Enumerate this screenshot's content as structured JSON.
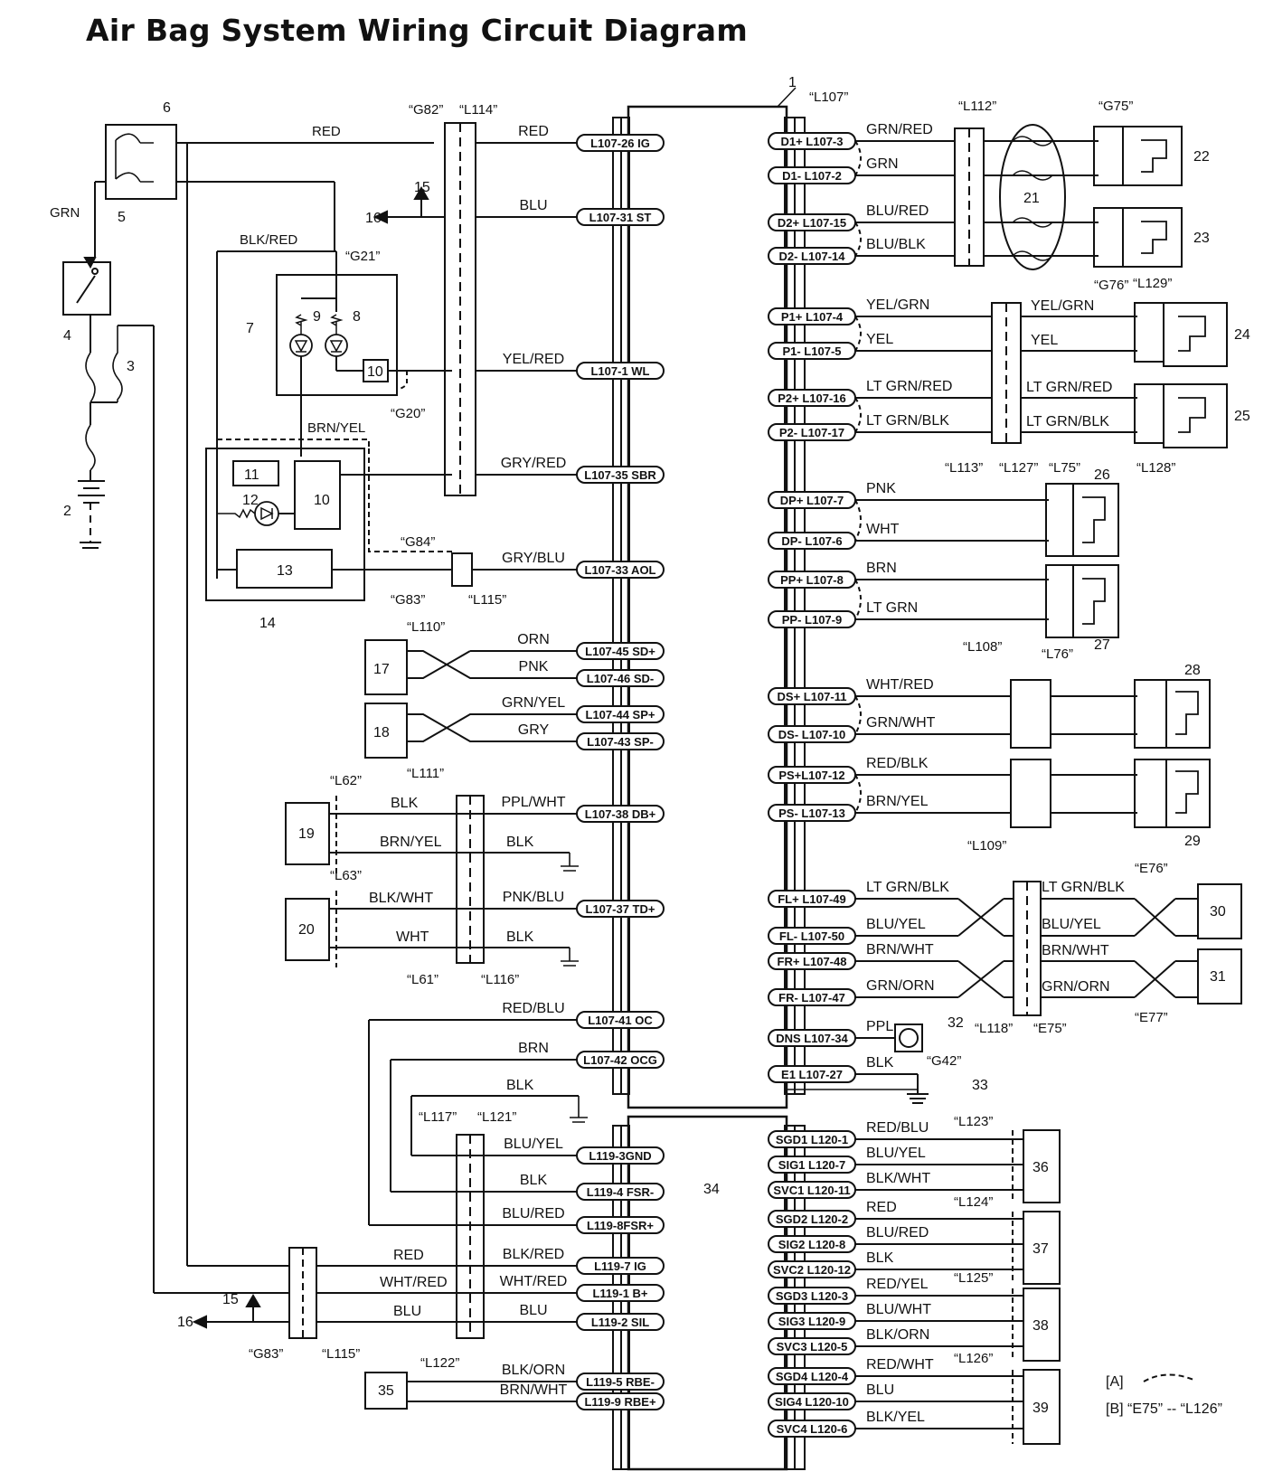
{
  "title": "Air Bag System Wiring Circuit Diagram",
  "legend": {
    "a": "[A]",
    "b": "[B] “E75” -- “L126”"
  },
  "left_labels": [
    {
      "id": "lbl-grn",
      "text": "GRN"
    },
    {
      "id": "lbl-red-top",
      "text": "RED"
    },
    {
      "id": "lbl-blkred",
      "text": "BLK/RED"
    },
    {
      "id": "lbl-brnyel",
      "text": "BRN/YEL"
    },
    {
      "id": "lbl-g21",
      "text": "“G21”"
    },
    {
      "id": "lbl-g20",
      "text": "“G20”"
    },
    {
      "id": "lbl-g84",
      "text": "“G84”"
    },
    {
      "id": "lbl-g83a",
      "text": "“G83”"
    },
    {
      "id": "lbl-l115a",
      "text": "“L115”"
    },
    {
      "id": "lbl-g82",
      "text": "“G82”"
    },
    {
      "id": "lbl-l114",
      "text": "“L114”"
    },
    {
      "id": "lbl-l110",
      "text": "“L110”"
    },
    {
      "id": "lbl-l111",
      "text": "“L111”"
    },
    {
      "id": "lbl-l62",
      "text": "“L62”"
    },
    {
      "id": "lbl-l63",
      "text": "“L63”"
    },
    {
      "id": "lbl-l61",
      "text": "“L61”"
    },
    {
      "id": "lbl-l116",
      "text": "“L116”"
    },
    {
      "id": "lbl-l117",
      "text": "“L117”"
    },
    {
      "id": "lbl-l121",
      "text": "“L121”"
    },
    {
      "id": "lbl-g83b",
      "text": "“G83”"
    },
    {
      "id": "lbl-l115b",
      "text": "“L115”"
    },
    {
      "id": "lbl-l122",
      "text": "“L122”"
    },
    {
      "id": "lbl-l107",
      "text": "“L107”"
    },
    {
      "id": "lbl-l112",
      "text": "“L112”"
    },
    {
      "id": "lbl-g75",
      "text": "“G75”"
    },
    {
      "id": "lbl-g76",
      "text": "“G76”"
    },
    {
      "id": "lbl-l129",
      "text": "“L129”"
    },
    {
      "id": "lbl-l113",
      "text": "“L113”"
    },
    {
      "id": "lbl-l127",
      "text": "“L127”"
    },
    {
      "id": "lbl-l128",
      "text": "“L128”"
    },
    {
      "id": "lbl-l75",
      "text": "“L75”"
    },
    {
      "id": "lbl-l76",
      "text": "“L76”"
    },
    {
      "id": "lbl-l108",
      "text": "“L108”"
    },
    {
      "id": "lbl-l109",
      "text": "“L109”"
    },
    {
      "id": "lbl-e76",
      "text": "“E76”"
    },
    {
      "id": "lbl-e77",
      "text": "“E77”"
    },
    {
      "id": "lbl-l118",
      "text": "“L118”"
    },
    {
      "id": "lbl-e75",
      "text": "“E75”"
    },
    {
      "id": "lbl-g42",
      "text": "“G42”"
    },
    {
      "id": "lbl-l123",
      "text": "“L123”"
    },
    {
      "id": "lbl-l124",
      "text": "“L124”"
    },
    {
      "id": "lbl-l125",
      "text": "“L125”"
    },
    {
      "id": "lbl-l126",
      "text": "“L126”"
    }
  ],
  "component_numbers": [
    "1",
    "2",
    "3",
    "4",
    "5",
    "6",
    "7",
    "8",
    "9",
    "10",
    "10",
    "11",
    "12",
    "13",
    "14",
    "15",
    "16",
    "15",
    "16",
    "17",
    "18",
    "19",
    "20",
    "21",
    "22",
    "23",
    "24",
    "25",
    "26",
    "27",
    "28",
    "29",
    "30",
    "31",
    "32",
    "33",
    "34",
    "35",
    "36",
    "37",
    "38",
    "39"
  ],
  "left_pins": [
    {
      "pin": "L107-26 IG",
      "wire": "RED"
    },
    {
      "pin": "L107-31 ST",
      "wire": "BLU"
    },
    {
      "pin": "L107-1  WL",
      "wire": "YEL/RED"
    },
    {
      "pin": "L107-35 SBR",
      "wire": "GRY/RED"
    },
    {
      "pin": "L107-33 AOL",
      "wire": "GRY/BLU"
    },
    {
      "pin": "L107-45 SD+",
      "wire": "ORN"
    },
    {
      "pin": "L107-46 SD-",
      "wire": "PNK"
    },
    {
      "pin": "L107-44 SP+",
      "wire": "GRN/YEL"
    },
    {
      "pin": "L107-43 SP-",
      "wire": "GRY"
    },
    {
      "pin": "L107-38 DB+",
      "wire": "PPL/WHT"
    },
    {
      "pin": "L107-37 TD+",
      "wire": "PNK/BLU"
    },
    {
      "pin": "L107-41 OC",
      "wire": "RED/BLU"
    },
    {
      "pin": "L107-42 OCG",
      "wire": "BRN"
    }
  ],
  "left_pins_lower": [
    {
      "pin": "L119-3GND",
      "wire": "BLU/YEL"
    },
    {
      "pin": "L119-4 FSR-",
      "wire": "BLK"
    },
    {
      "pin": "L119-8FSR+",
      "wire": "BLU/RED"
    },
    {
      "pin": "L119-7  IG",
      "wire": "BLK/RED"
    },
    {
      "pin": "L119-1  B+",
      "wire": "WHT/RED"
    },
    {
      "pin": "L119-2 SIL",
      "wire": "BLU"
    },
    {
      "pin": "L119-5 RBE-",
      "wire": "BLK/ORN"
    },
    {
      "pin": "L119-9 RBE+",
      "wire": "BRN/WHT"
    }
  ],
  "left_extra_wires": [
    {
      "id": "w-blk-19",
      "text": "BLK"
    },
    {
      "id": "w-brnyel-19",
      "text": "BRN/YEL"
    },
    {
      "id": "w-blk-19b",
      "text": "BLK"
    },
    {
      "id": "w-blkwht-20",
      "text": "BLK/WHT"
    },
    {
      "id": "w-wht-20",
      "text": "WHT"
    },
    {
      "id": "w-blk-20b",
      "text": "BLK"
    },
    {
      "id": "w-blk-gnd",
      "text": "BLK"
    },
    {
      "id": "w-red-low",
      "text": "RED"
    },
    {
      "id": "w-whtred-low",
      "text": "WHT/RED"
    },
    {
      "id": "w-blu-low",
      "text": "BLU"
    }
  ],
  "right_pins": [
    {
      "pin": "D1+ L107-3",
      "wire": "GRN/RED"
    },
    {
      "pin": "D1-  L107-2",
      "wire": "GRN"
    },
    {
      "pin": "D2+ L107-15",
      "wire": "BLU/RED"
    },
    {
      "pin": "D2- L107-14",
      "wire": "BLU/BLK"
    },
    {
      "pin": "P1+ L107-4",
      "wire": "YEL/GRN"
    },
    {
      "pin": "P1-  L107-5",
      "wire": "YEL"
    },
    {
      "pin": "P2+ L107-16",
      "wire": "LT GRN/RED"
    },
    {
      "pin": "P2- L107-17",
      "wire": "LT GRN/BLK"
    },
    {
      "pin": "DP+  L107-7",
      "wire": "PNK"
    },
    {
      "pin": "DP-   L107-6",
      "wire": "WHT"
    },
    {
      "pin": "PP+ L107-8",
      "wire": "BRN"
    },
    {
      "pin": "PP-  L107-9",
      "wire": "LT GRN"
    },
    {
      "pin": "DS+ L107-11",
      "wire": "WHT/RED"
    },
    {
      "pin": "DS- L107-10",
      "wire": "GRN/WHT"
    },
    {
      "pin": "PS+L107-12",
      "wire": "RED/BLK"
    },
    {
      "pin": "PS- L107-13",
      "wire": "BRN/YEL"
    },
    {
      "pin": "FL+ L107-49",
      "wire": "LT GRN/BLK"
    },
    {
      "pin": "FL- L107-50",
      "wire": "BLU/YEL"
    },
    {
      "pin": "FR+ L107-48",
      "wire": "BRN/WHT"
    },
    {
      "pin": "FR- L107-47",
      "wire": "GRN/ORN"
    },
    {
      "pin": "DNS L107-34",
      "wire": "PPL"
    },
    {
      "pin": "E1   L107-27",
      "wire": "BLK"
    }
  ],
  "right_extra_wires": [
    {
      "id": "rw-yelgrn2",
      "text": "YEL/GRN"
    },
    {
      "id": "rw-yel2",
      "text": "YEL"
    },
    {
      "id": "rw-ltgrnred2",
      "text": "LT GRN/RED"
    },
    {
      "id": "rw-ltgrnblk2",
      "text": "LT GRN/BLK"
    },
    {
      "id": "rw-ltgrnblk3",
      "text": "LT GRN/BLK"
    },
    {
      "id": "rw-bluyel3",
      "text": "BLU/YEL"
    },
    {
      "id": "rw-brnwht3",
      "text": "BRN/WHT"
    },
    {
      "id": "rw-grnorn3",
      "text": "GRN/ORN"
    }
  ],
  "right_pins_lower": [
    {
      "pin": "SGD1 L120-1",
      "wire": "RED/BLU"
    },
    {
      "pin": "SIG1  L120-7",
      "wire": "BLU/YEL"
    },
    {
      "pin": "SVC1 L120-11",
      "wire": "BLK/WHT"
    },
    {
      "pin": "SGD2 L120-2",
      "wire": "RED"
    },
    {
      "pin": "SIG2  L120-8",
      "wire": "BLU/RED"
    },
    {
      "pin": "SVC2 L120-12",
      "wire": "BLK"
    },
    {
      "pin": "SGD3 L120-3",
      "wire": "RED/YEL"
    },
    {
      "pin": "SIG3  L120-9",
      "wire": "BLU/WHT"
    },
    {
      "pin": "SVC3 L120-5",
      "wire": "BLK/ORN"
    },
    {
      "pin": "SGD4 L120-4",
      "wire": "RED/WHT"
    },
    {
      "pin": "SIG4 L120-10",
      "wire": "BLU"
    },
    {
      "pin": "SVC4 L120-6",
      "wire": "BLK/YEL"
    }
  ]
}
